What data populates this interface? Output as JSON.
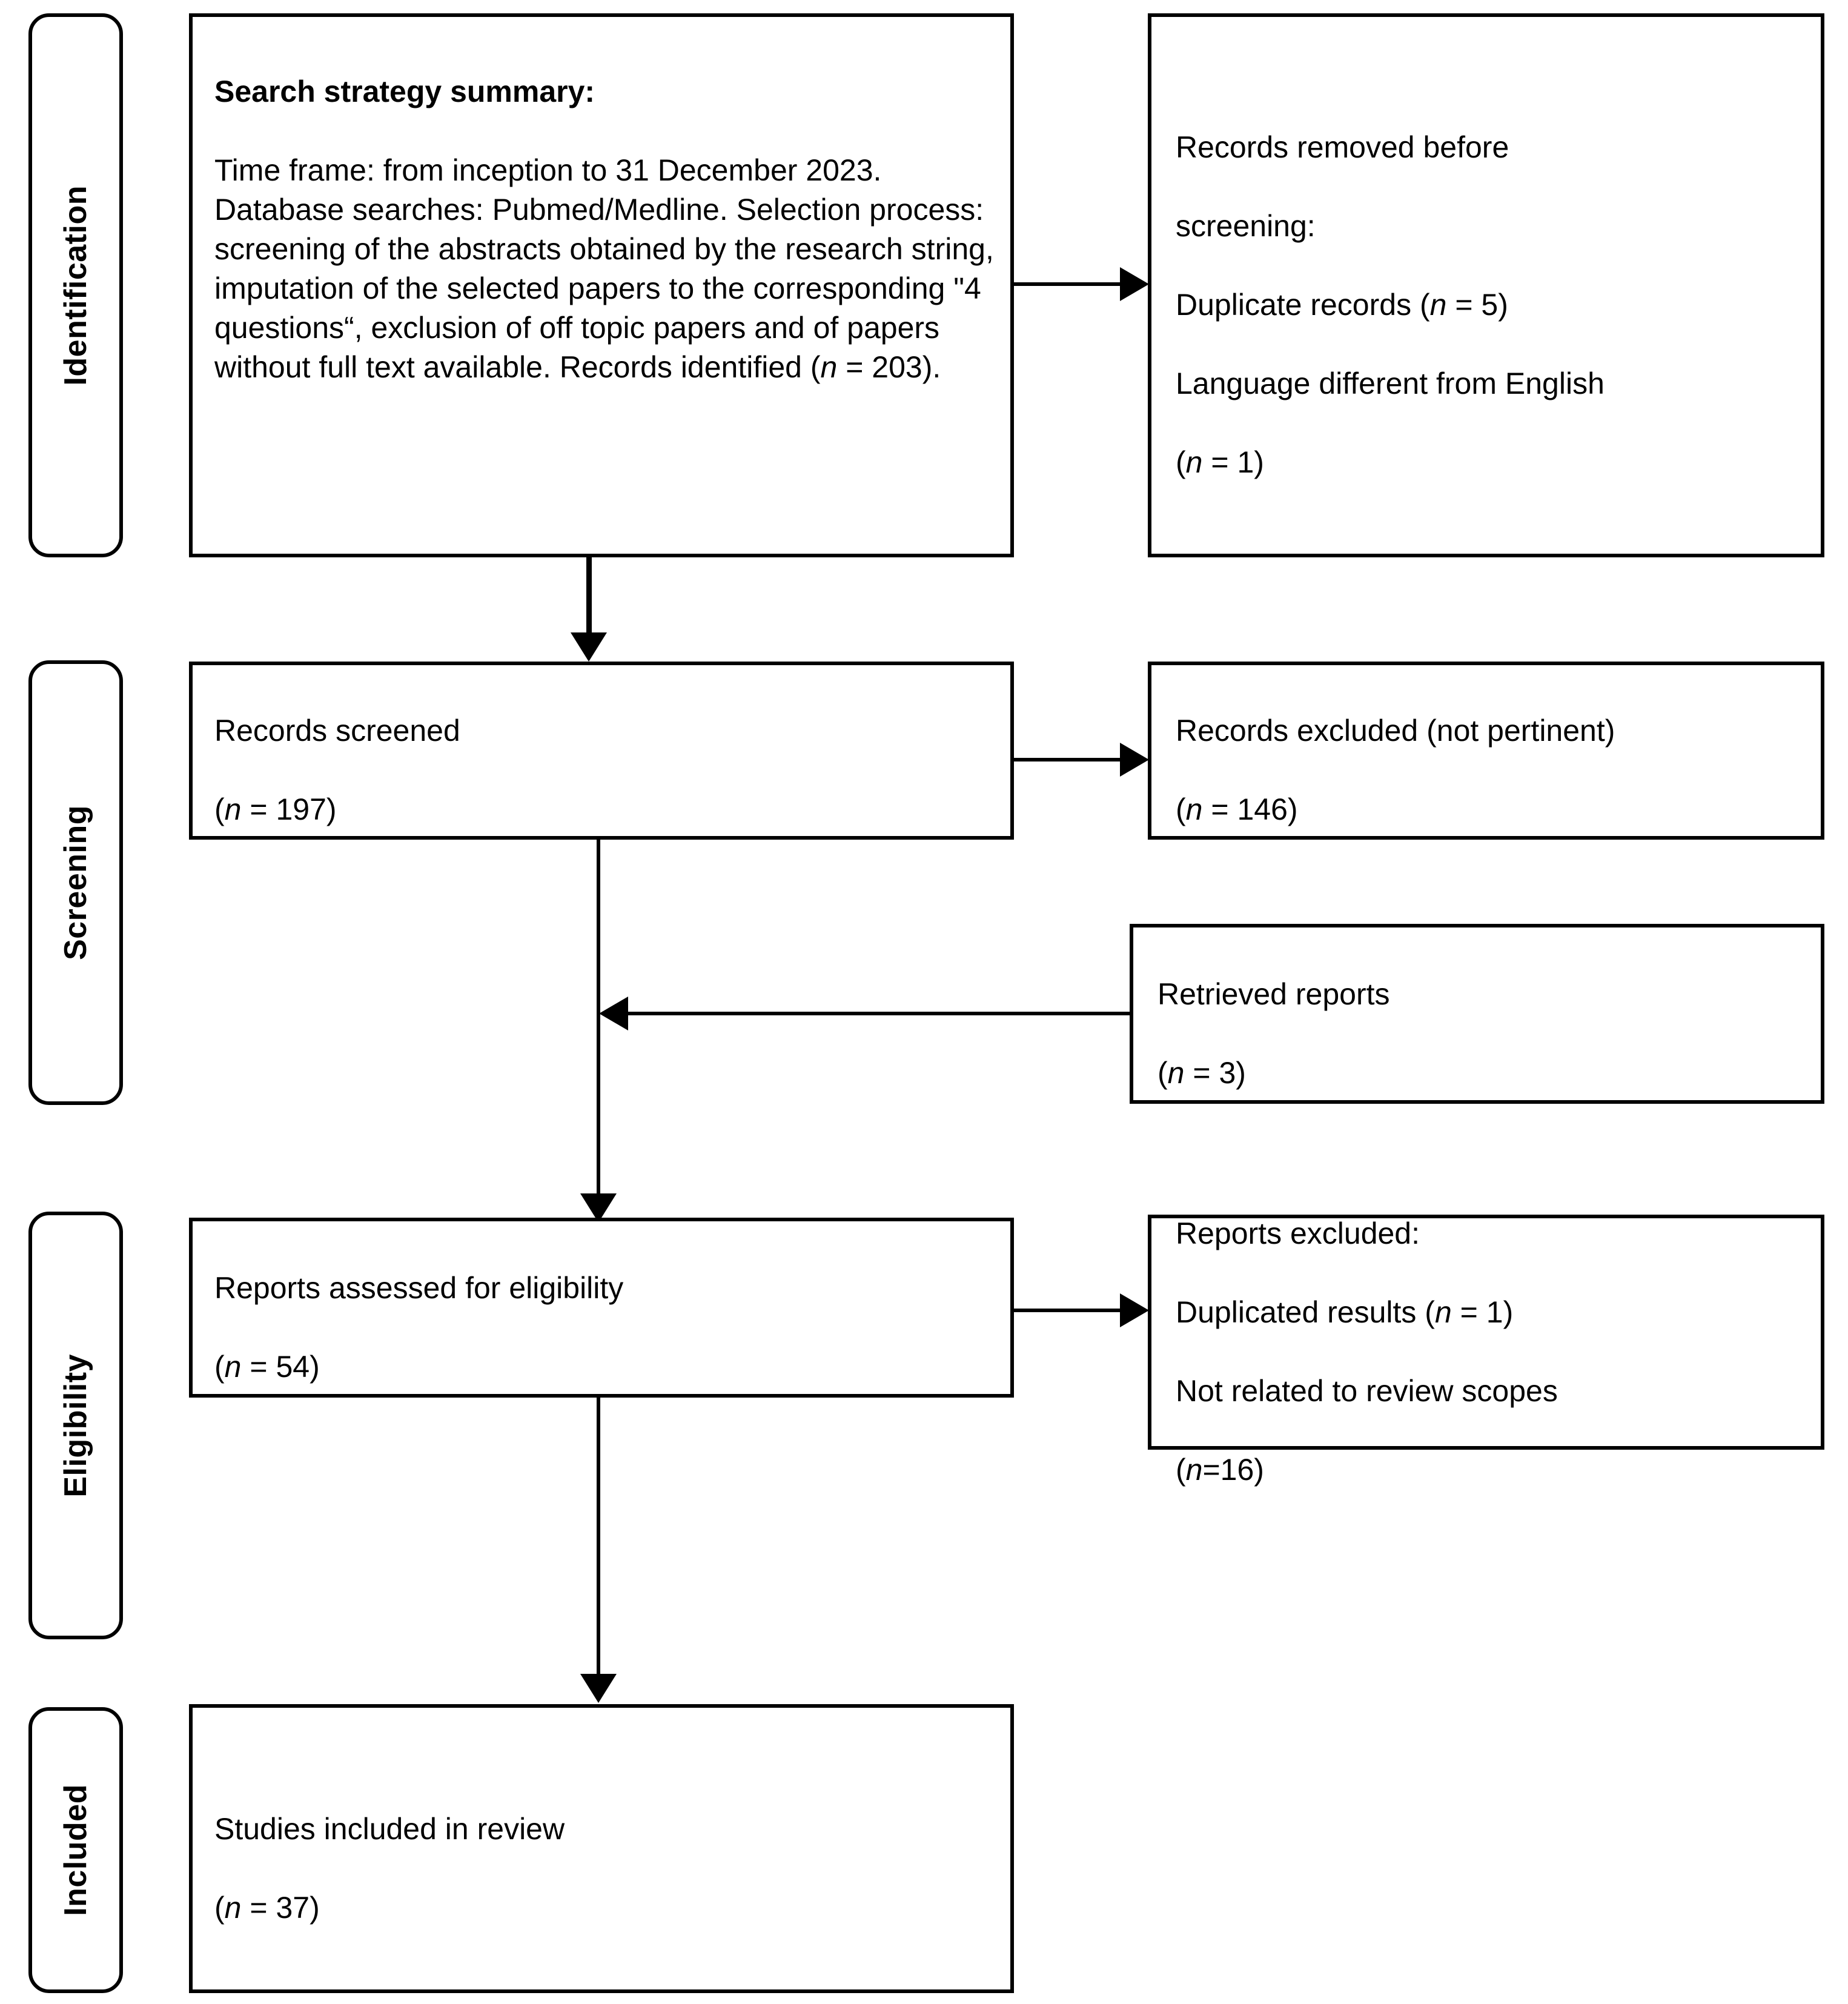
{
  "diagram": {
    "type": "prisma-flow-diagram",
    "title": "PRISMA flow diagram",
    "phases": [
      {
        "id": "identification",
        "label": "Identification"
      },
      {
        "id": "screening",
        "label": "Screening"
      },
      {
        "id": "eligibility",
        "label": "Eligibility"
      },
      {
        "id": "included",
        "label": "Included"
      }
    ],
    "boxes": {
      "search_strategy": {
        "heading": "Search strategy summary:",
        "body": "Time frame: from inception to 31 December 2023. Database searches: Pubmed/Medline. Selection process: screening of the abstracts obtained by the research string, imputation of the selected papers to the corresponding \"4 questions“, exclusion of off topic papers and of papers without full text available. Records identified (",
        "n_symbol": "n",
        "n_tail": " = 203)."
      },
      "records_removed": {
        "line1": "Records removed before",
        "line2": "screening:",
        "line3_pre": "Duplicate records (",
        "line3_n": "n",
        "line3_post": " = 5)",
        "line4": "Language different from English",
        "line5_pre": "(",
        "line5_n": "n",
        "line5_post": " = 1)"
      },
      "records_screened": {
        "line1": "Records screened",
        "line2_pre": "(",
        "line2_n": "n",
        "line2_post": " = 197)"
      },
      "records_excluded": {
        "line1": "Records excluded (not pertinent)",
        "line2_pre": "(",
        "line2_n": "n",
        "line2_post": " = 146)"
      },
      "retrieved_reports": {
        "line1": "Retrieved reports",
        "line2_pre": "(",
        "line2_n": "n",
        "line2_post": " = 3)"
      },
      "reports_assessed": {
        "line1": "Reports assessed for eligibility",
        "line2_pre": "(",
        "line2_n": "n",
        "line2_post": " = 54)"
      },
      "reports_excluded": {
        "line1": "Reports excluded:",
        "line2_pre": "Duplicated results (",
        "line2_n": "n",
        "line2_post": " = 1)",
        "line3": "Not related to review scopes",
        "line4_pre": "(",
        "line4_n": "n",
        "line4_post": "=16)"
      },
      "studies_included": {
        "line1": "Studies included in review",
        "line2_pre": "(",
        "line2_n": "n",
        "line2_post": " = 37)"
      }
    },
    "counts": {
      "records_identified": 203,
      "duplicate_records_removed": 5,
      "language_not_english_removed": 1,
      "records_screened": 197,
      "records_excluded_not_pertinent": 146,
      "retrieved_reports": 3,
      "reports_assessed_for_eligibility": 54,
      "duplicated_results_excluded": 1,
      "not_related_to_review_scopes_excluded": 16,
      "studies_included_in_review": 37
    },
    "colors": {
      "stroke": "#000000",
      "background": "#ffffff",
      "text": "#000000"
    }
  }
}
